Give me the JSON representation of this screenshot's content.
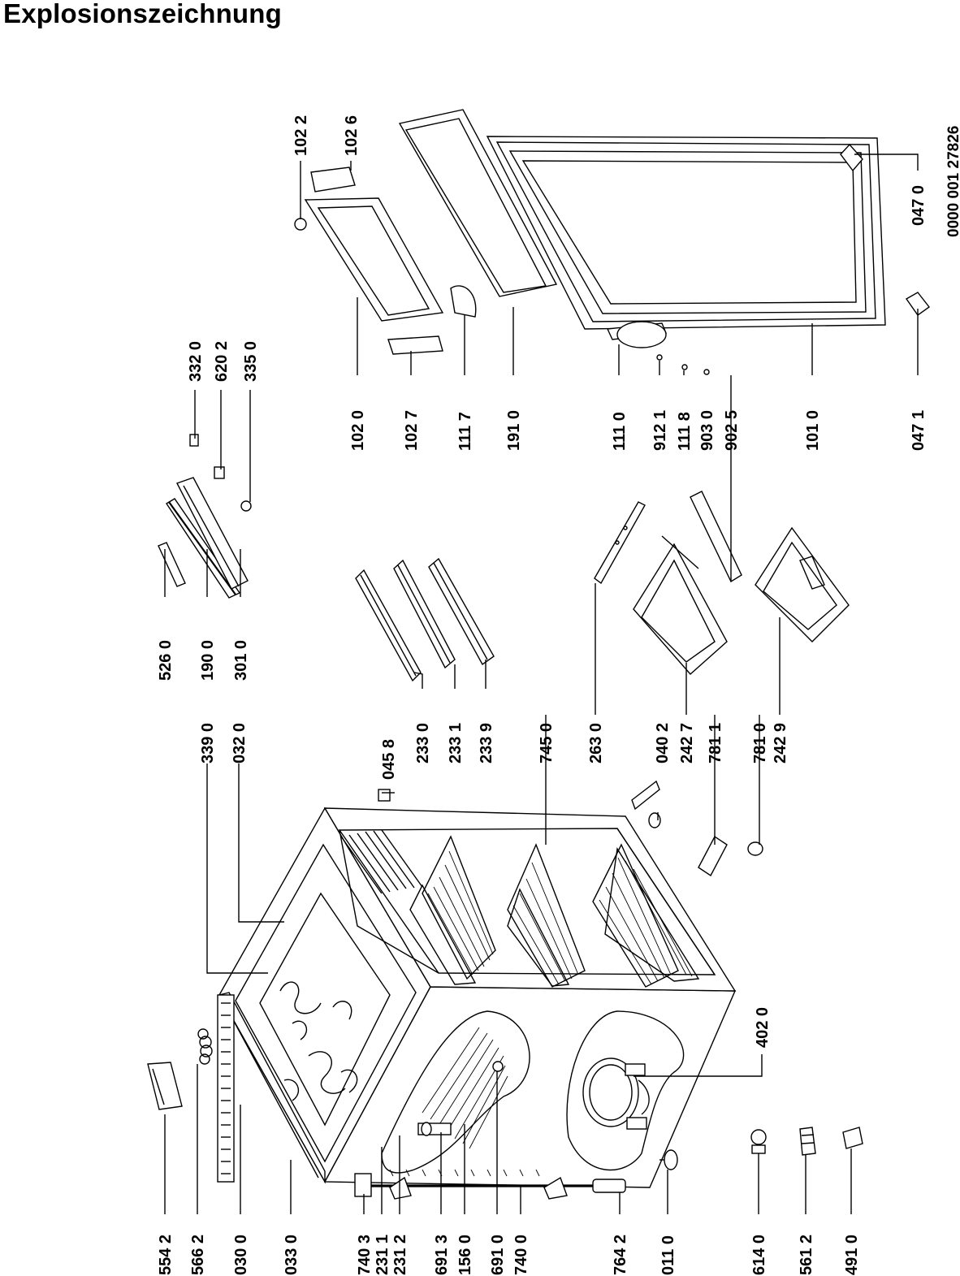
{
  "title": "Explosionszeichnung",
  "document_number": "0000 001 27826",
  "part_labels": {
    "p5542": "554 2",
    "p5662": "566 2",
    "p0300": "030 0",
    "p0330": "033 0",
    "p7403": "740 3",
    "p2311": "231 1",
    "p2312": "231 2",
    "p6913": "691 3",
    "p1560": "156 0",
    "p6910": "691 0",
    "p7400": "740 0",
    "p7642": "764 2",
    "p0110": "011 0",
    "p6140": "614 0",
    "p5612": "561 2",
    "p4910": "491 0",
    "p4020": "402 0",
    "p3390": "339 0",
    "p0320": "032 0",
    "p5260": "526 0",
    "p1900": "190 0",
    "p3010": "301 0",
    "p3320": "332 0",
    "p6202": "620 2",
    "p3350": "335 0",
    "p0458": "045 8",
    "p2330": "233 0",
    "p2331": "233 1",
    "p2339": "233 9",
    "p7450": "745 0",
    "p2630": "263 0",
    "p0402": "040 2",
    "p2427": "242 7",
    "p7811": "781 1",
    "p7810": "781 0",
    "p2429": "242 9",
    "p1020": "102 0",
    "p1027": "102 7",
    "p1117": "111 7",
    "p1910": "191 0",
    "p1022": "102 2",
    "p1026": "102 6",
    "p1110": "111 0",
    "p9121": "912 1",
    "p1118": "111 8",
    "p9030": "903 0",
    "p9025": "902 5",
    "p1010": "101 0",
    "p0470": "047 0",
    "p0471": "047 1"
  }
}
